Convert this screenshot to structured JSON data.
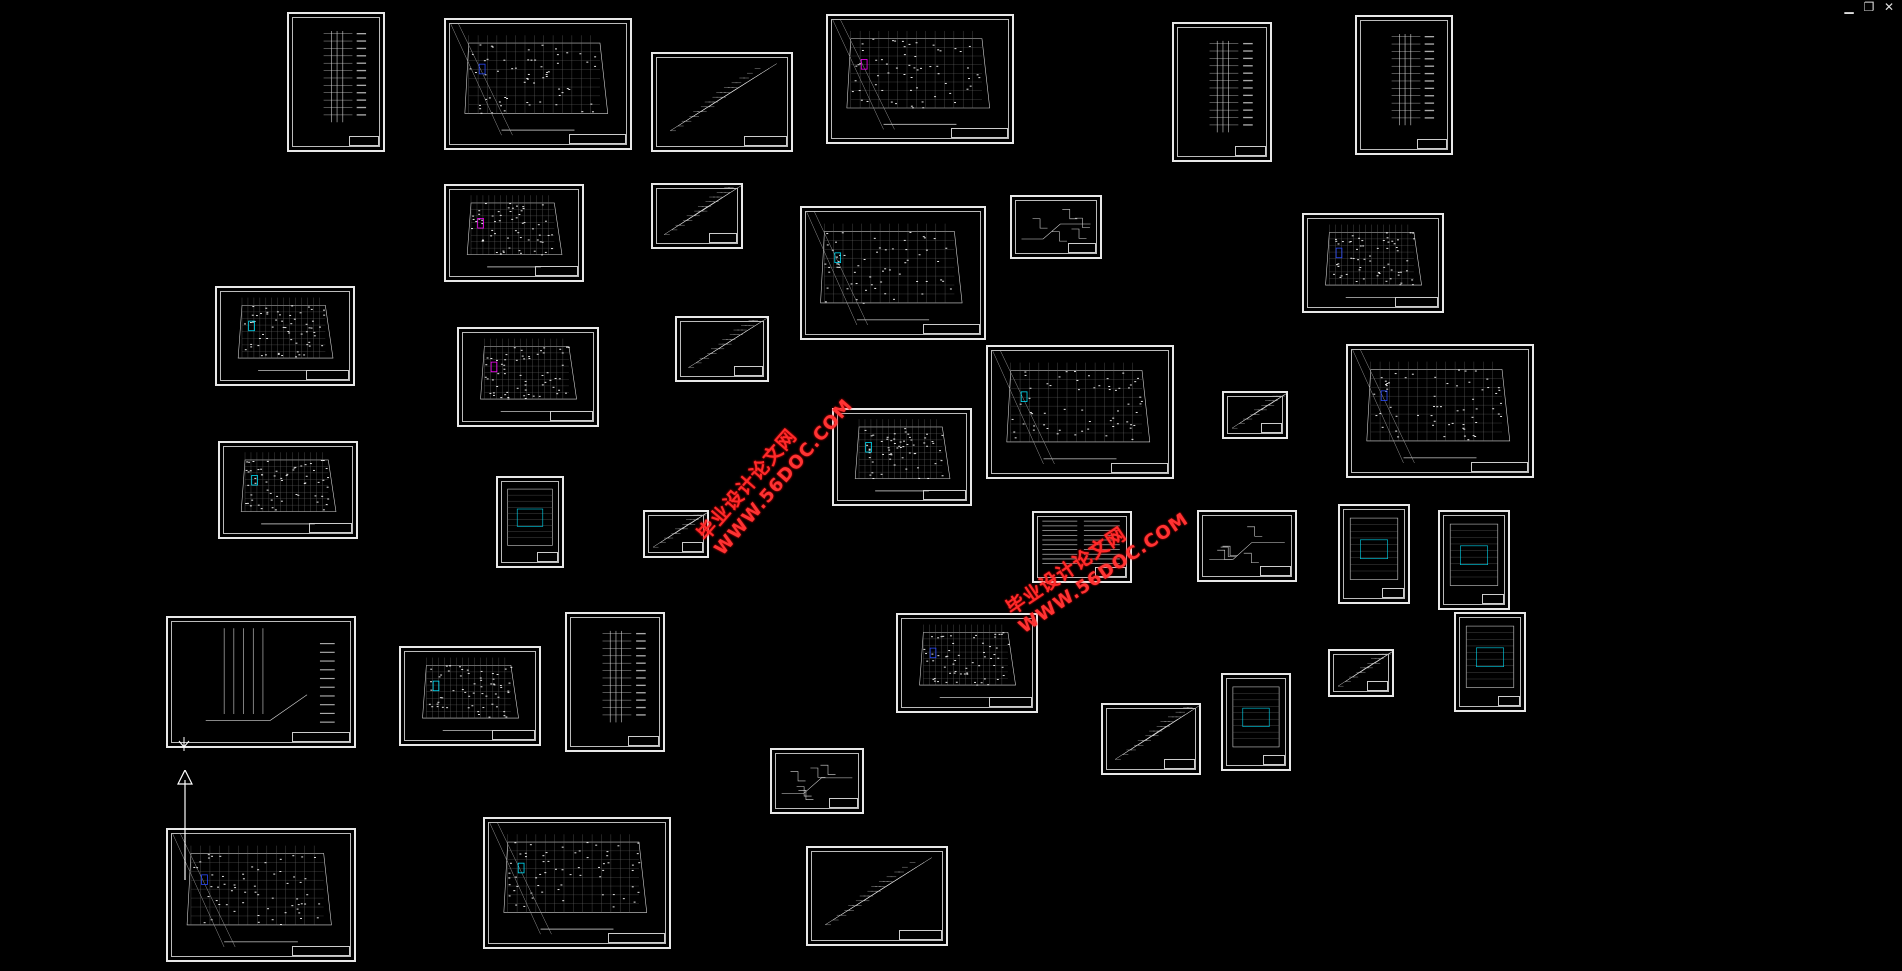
{
  "window": {
    "controls": [
      {
        "name": "minimize-button",
        "glyph": "▁"
      },
      {
        "name": "restore-button",
        "glyph": "❐"
      },
      {
        "name": "close-button",
        "glyph": "✕"
      }
    ]
  },
  "watermarks": [
    {
      "line1": "毕业设计论文网",
      "line2": "WWW.56DOC.COM"
    },
    {
      "line1": "毕业设计论文网",
      "line2": "WWW.56DOC.COM"
    }
  ],
  "colors": {
    "background": "#000000",
    "sheet_border": "#e8e8e8",
    "watermark": "#ff2a2a",
    "accent_magenta": "#ff00ff",
    "accent_blue": "#2a4bff",
    "accent_cyan": "#00e5ff"
  }
}
